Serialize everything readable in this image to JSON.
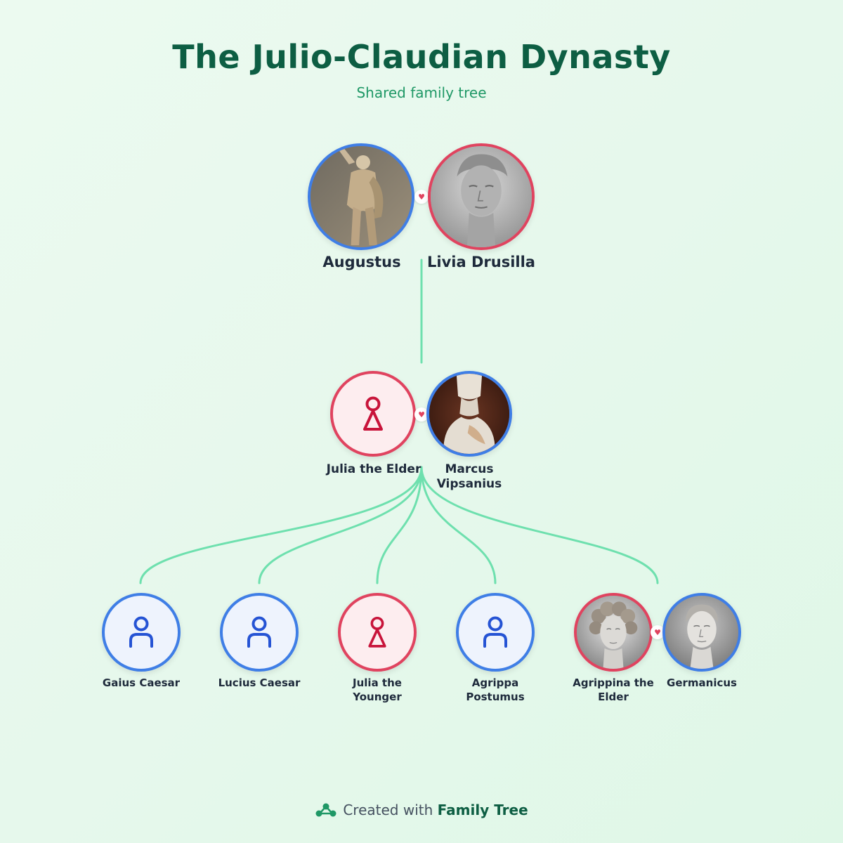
{
  "header": {
    "title": "The Julio-Claudian Dynasty",
    "subtitle": "Shared family tree"
  },
  "people": {
    "augustus": {
      "name": "Augustus",
      "sex": "male",
      "photo": "statue-portrait"
    },
    "livia": {
      "name": "Livia Drusilla",
      "sex": "female",
      "photo": "marble-bust-portrait"
    },
    "julia_elder": {
      "name": "Julia the Elder",
      "sex": "female",
      "icon": "female-person-icon"
    },
    "marcus": {
      "name": "Marcus Vipsanius",
      "sex": "male",
      "photo": "marble-bust-portrait"
    },
    "gaius": {
      "name": "Gaius Caesar",
      "sex": "male",
      "icon": "male-person-icon"
    },
    "lucius": {
      "name": "Lucius Caesar",
      "sex": "male",
      "icon": "male-person-icon"
    },
    "julia_younger": {
      "name": "Julia the Younger",
      "sex": "female",
      "icon": "female-person-icon"
    },
    "agrippa_postumus": {
      "name": "Agrippa Postumus",
      "sex": "male",
      "icon": "male-person-icon"
    },
    "agrippina": {
      "name": "Agrippina the Elder",
      "sex": "female",
      "photo": "marble-bust-portrait"
    },
    "germanicus": {
      "name": "Germanicus",
      "sex": "male",
      "photo": "marble-bust-portrait"
    }
  },
  "couples": [
    [
      "augustus",
      "livia"
    ],
    [
      "julia_elder",
      "marcus"
    ],
    [
      "agrippina",
      "germanicus"
    ]
  ],
  "descent": [
    {
      "from": [
        "augustus",
        "livia"
      ],
      "children": [
        "julia_elder"
      ]
    },
    {
      "from": [
        "julia_elder",
        "marcus"
      ],
      "children": [
        "gaius",
        "lucius",
        "julia_younger",
        "agrippa_postumus",
        "agrippina"
      ]
    }
  ],
  "colors": {
    "male": "#3f7ee6",
    "female": "#e0435f",
    "link": "#6ee0ae",
    "title": "#0d5e43",
    "subtitle": "#1f9866"
  },
  "footer": {
    "prefix": "Created with",
    "brand": "Family Tree",
    "icon": "family-tree-logo-icon"
  }
}
